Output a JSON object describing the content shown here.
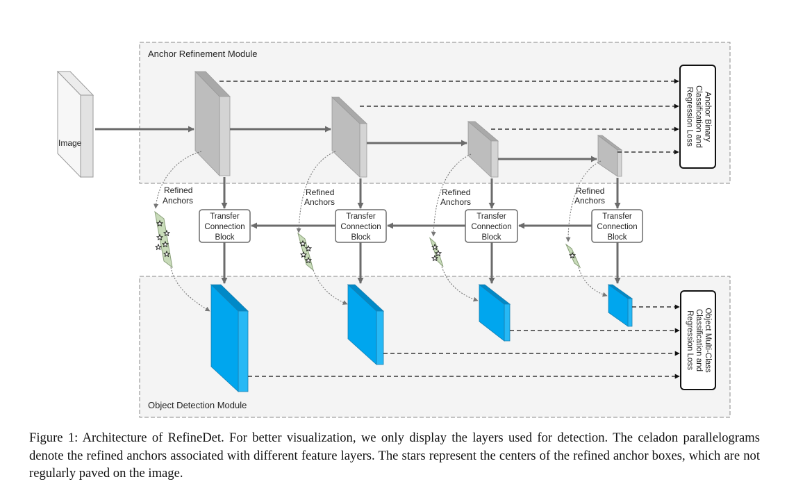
{
  "modules": {
    "arm_title": "Anchor Refinement Module",
    "odm_title": "Object Detection Module"
  },
  "image_label": "Image",
  "refined_anchors_label": [
    "Refined",
    "Anchors"
  ],
  "tcb_label": [
    "Transfer",
    "Connection",
    "Block"
  ],
  "arm_loss_label": [
    "Anchor Binary",
    "Classification and",
    "Regression Loss"
  ],
  "odm_loss_label": [
    "Object Multi-Class",
    "Classification and",
    "Regression Loss"
  ],
  "colors": {
    "arm_layer_front": "#bdbdbd",
    "arm_layer_side": "#d4d4d4",
    "arm_layer_top": "#a9a9a9",
    "odm_layer_front": "#00a6ee",
    "odm_layer_side": "#26b8f5",
    "odm_layer_top": "#0089c7",
    "anchor_fill": "#c8dbb9",
    "arrow": "#6b6b6b"
  },
  "caption": "Figure 1: Architecture of RefineDet. For better visualization, we only display the layers used for detection. The celadon parallelograms denote the refined anchors associated with different feature layers. The stars represent the centers of the refined anchor boxes, which are not regularly paved on the image."
}
